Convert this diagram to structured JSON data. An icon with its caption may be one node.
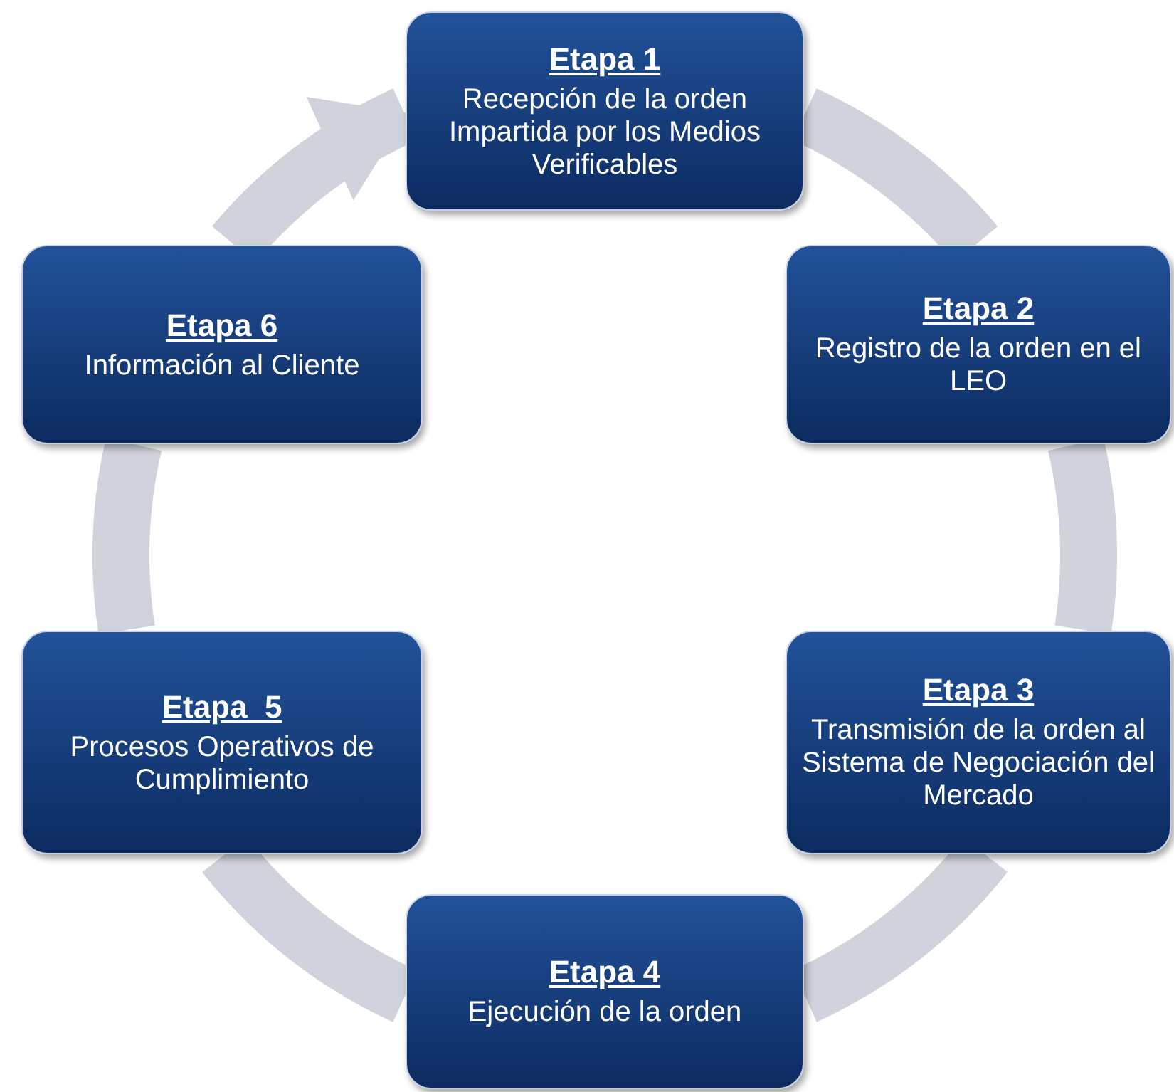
{
  "diagram": {
    "nodes": [
      {
        "text": [
          "Etapa 1",
          "Recepción de la orden Impartida por los Medios Verificables"
        ]
      },
      {
        "text": [
          "Etapa 2",
          "Registro de la orden en el LEO"
        ]
      },
      {
        "text": [
          "Etapa 3",
          "Transmisión de la orden al Sistema de Negociación del Mercado"
        ]
      },
      {
        "text": [
          "Etapa 4",
          "Ejecución de la orden"
        ]
      },
      {
        "text": [
          "Etapa  5",
          "Procesos Operativos de Cumplimiento"
        ]
      },
      {
        "text": [
          "Etapa 6",
          "Información al Cliente"
        ]
      }
    ],
    "edges": [
      {
        "from": 0,
        "to": 1,
        "arrow": "none"
      },
      {
        "from": 1,
        "to": 2,
        "arrow": "none"
      },
      {
        "from": 2,
        "to": 3,
        "arrow": "none"
      },
      {
        "from": 3,
        "to": 4,
        "arrow": "none"
      },
      {
        "from": 4,
        "to": 5,
        "arrow": "none"
      },
      {
        "from": 5,
        "to": 0,
        "arrow": "to"
      }
    ]
  }
}
